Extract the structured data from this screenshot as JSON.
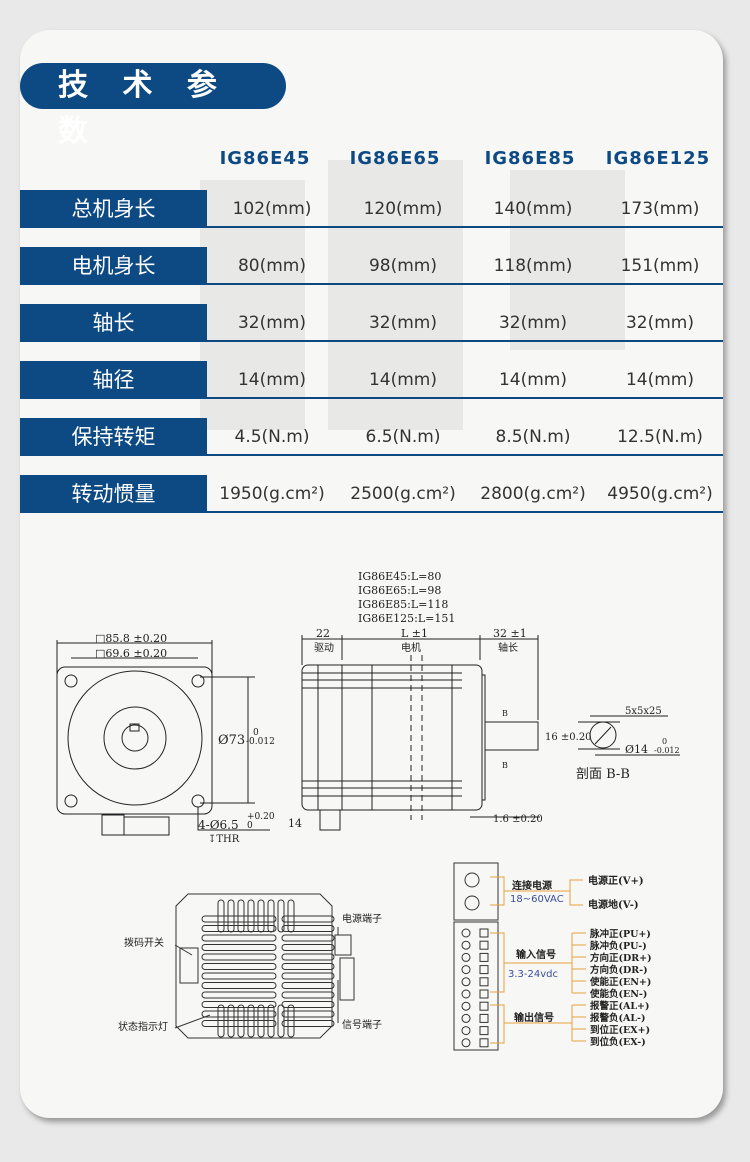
{
  "title": "技 术 参 数",
  "models": [
    "IG86E45",
    "IG86E65",
    "IG86E85",
    "IG86E125"
  ],
  "rows": [
    {
      "label": "总机身长",
      "values": [
        "102(mm)",
        "120(mm)",
        "140(mm)",
        "173(mm)"
      ]
    },
    {
      "label": "电机身长",
      "values": [
        "80(mm)",
        "98(mm)",
        "118(mm)",
        "151(mm)"
      ]
    },
    {
      "label": "轴长",
      "values": [
        "32(mm)",
        "32(mm)",
        "32(mm)",
        "32(mm)"
      ]
    },
    {
      "label": "轴径",
      "values": [
        "14(mm)",
        "14(mm)",
        "14(mm)",
        "14(mm)"
      ]
    },
    {
      "label": "保持转矩",
      "values": [
        "4.5(N.m)",
        "6.5(N.m)",
        "8.5(N.m)",
        "12.5(N.m)"
      ]
    },
    {
      "label": "转动惯量",
      "values": [
        "1950(g.cm²)",
        "2500(g.cm²)",
        "2800(g.cm²)",
        "4950(g.cm²)"
      ]
    }
  ],
  "front_view": {
    "outer": "□85.8 ±0.20",
    "inner": "□69.6 ±0.20",
    "pilot": "Ø73",
    "pilot_tol_upper": "0",
    "pilot_tol_lower": "-0.012",
    "hole": "4-Ø6.5",
    "hole_tol_upper": "+0.20",
    "hole_tol_lower": "0",
    "thr": "↧THR"
  },
  "side_view": {
    "lengths": [
      "IG86E45:L=80",
      "IG86E65:L=98",
      "IG86E85:L=118",
      "IG86E125:L=151"
    ],
    "drive_dim": "22",
    "drive_label": "驱动",
    "motor_dim": "L ±1",
    "motor_label": "电机",
    "shaft_dim": "32 ±1",
    "shaft_label": "轴长",
    "height_14": "14",
    "flange": "1.6 ±0.20",
    "section_mark": "B"
  },
  "section": {
    "key": "5x5x25",
    "height": "16 ±0.20",
    "dia": "Ø14",
    "dia_tol_upper": "0",
    "dia_tol_lower": "-0.012",
    "label": "剖面 B-B"
  },
  "driver": {
    "dip": "拨码开关",
    "led": "状态指示灯",
    "power_terminal": "电源端子",
    "signal_terminal": "信号端子"
  },
  "wiring": {
    "power_group": "连接电源",
    "power_voltage": "18~60VAC",
    "power_pins": [
      "电源正(V+)",
      "电源地(V-)"
    ],
    "input_group": "输入信号",
    "input_voltage": "3.3-24vdc",
    "input_pins": [
      "脉冲正(PU+)",
      "脉冲负(PU-)",
      "方向正(DR+)",
      "方向负(DR-)",
      "使能正(EN+)",
      "使能负(EN-)"
    ],
    "output_group": "输出信号",
    "output_pins": [
      "报警正(AL+)",
      "报警负(AL-)",
      "到位正(EX+)",
      "到位负(EX-)"
    ]
  },
  "colors": {
    "brand": "#0d4a83",
    "wire": "#e8a040"
  }
}
